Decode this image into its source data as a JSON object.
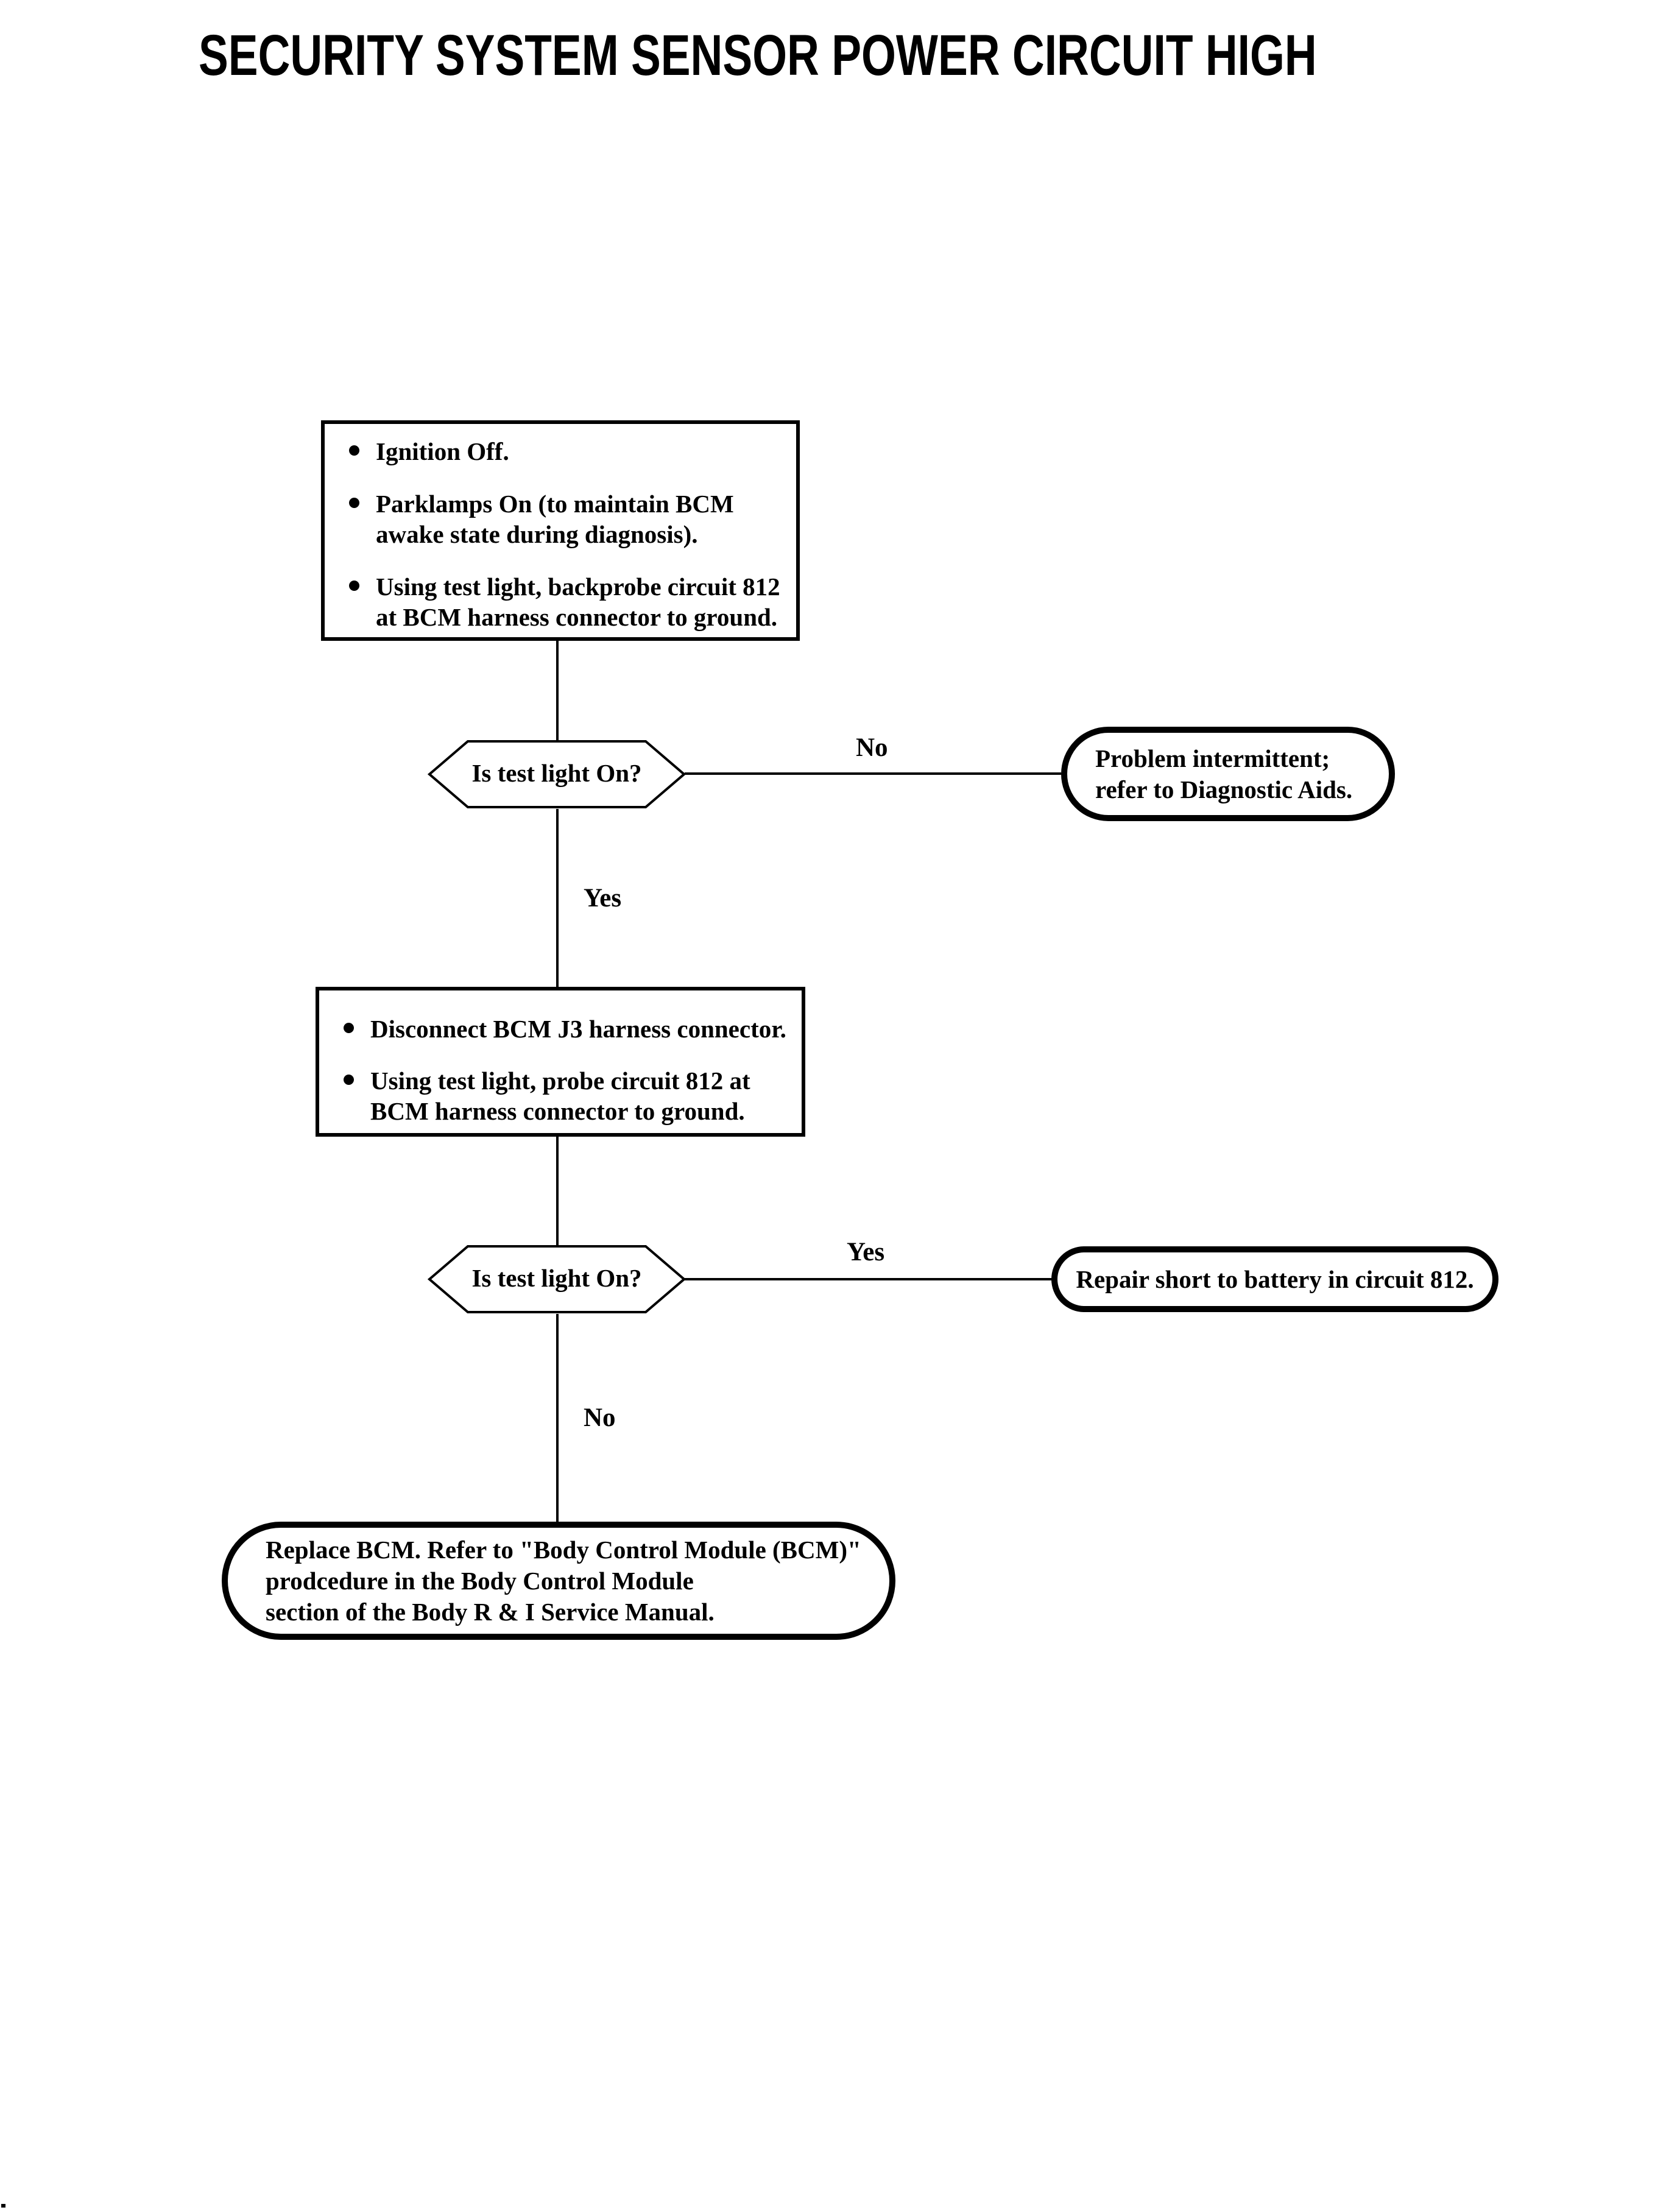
{
  "page": {
    "title": "SECURITY SYSTEM SENSOR POWER CIRCUIT HIGH"
  },
  "colors": {
    "ink": "#000000",
    "paper": "#ffffff"
  },
  "flowchart": {
    "step1": {
      "bullets": [
        "Ignition Off.",
        "Parklamps On (to maintain BCM\nawake state during diagnosis).",
        "Using test light, backprobe circuit 812\nat BCM harness connector to ground."
      ]
    },
    "decision1": {
      "question": "Is test light On?",
      "no_label": "No",
      "yes_label": "Yes"
    },
    "outcome_intermittent": {
      "text": "Problem intermittent;\nrefer to Diagnostic Aids."
    },
    "step2": {
      "bullets": [
        "Disconnect BCM J3 harness connector.",
        "Using test light, probe circuit 812 at\nBCM harness connector to ground."
      ]
    },
    "decision2": {
      "question": "Is test light On?",
      "yes_label": "Yes",
      "no_label": "No"
    },
    "outcome_repair": {
      "text": "Repair short to battery in circuit 812."
    },
    "outcome_replace": {
      "text": "Replace BCM. Refer to \"Body Control Module (BCM)\"\nprodcedure in the Body Control Module\nsection of the Body R & I Service Manual."
    }
  }
}
